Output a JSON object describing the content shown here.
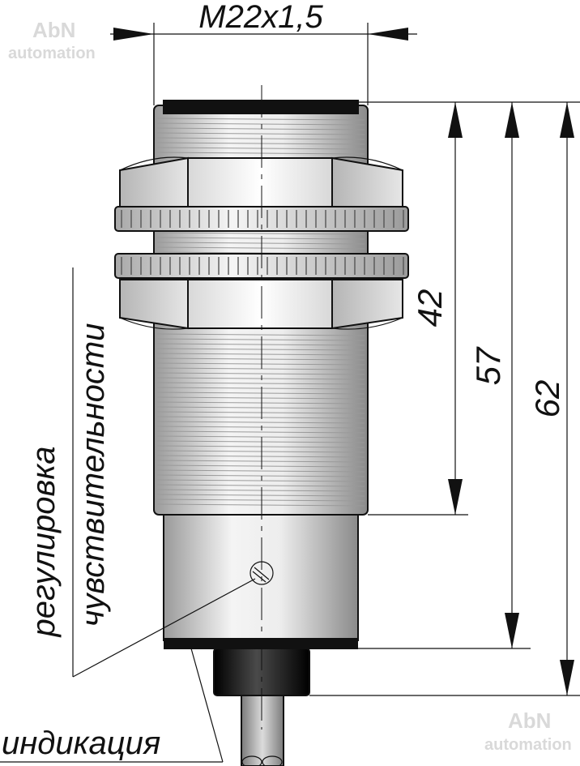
{
  "watermark": {
    "line1": "AbN",
    "line2": "automation"
  },
  "dimensions": {
    "thread": "M22x1,5",
    "length_thread": "42",
    "length_body": "57",
    "length_total": "62"
  },
  "callouts": {
    "sensitivity_line1": "регулировка",
    "sensitivity_line2": "чувствительности",
    "indication": "индикация"
  },
  "colors": {
    "metal_light": "#f2f2f2",
    "metal_mid": "#cfcfcf",
    "metal_dark": "#8c8c8c",
    "cap_dark": "#1a1a1a",
    "outline": "#111111"
  }
}
